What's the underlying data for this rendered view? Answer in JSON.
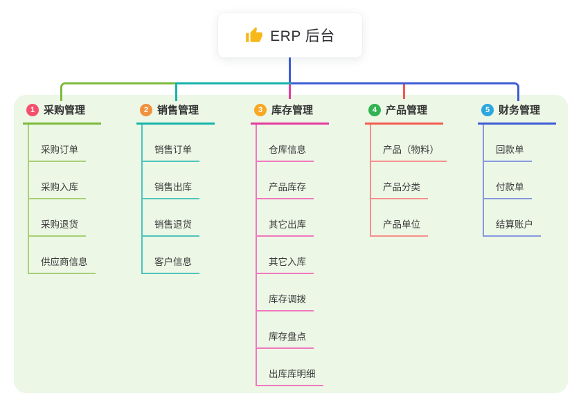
{
  "root": {
    "title": "ERP 后台",
    "icon": "thumbs-up-icon"
  },
  "colors": {
    "panel_background": "#ECF7E6",
    "root_line": "#3E5BD5",
    "branch_purchase": "#7CBA3D",
    "branch_sales": "#17B3AB",
    "branch_inventory": "#E43A9D",
    "branch_product": "#F25B50",
    "branch_finance": "#3E5BD5",
    "badge_1": "#F4506C",
    "badge_2": "#F2913D",
    "badge_3": "#F9A825",
    "badge_4": "#30B350",
    "badge_5": "#2BA6DF"
  },
  "branches": [
    {
      "num": "1",
      "label": "采购管理",
      "children": [
        "采购订单",
        "采购入库",
        "采购退货",
        "供应商信息"
      ]
    },
    {
      "num": "2",
      "label": "销售管理",
      "children": [
        "销售订单",
        "销售出库",
        "销售退货",
        "客户信息"
      ]
    },
    {
      "num": "3",
      "label": "库存管理",
      "children": [
        "仓库信息",
        "产品库存",
        "其它出库",
        "其它入库",
        "库存调拨",
        "库存盘点",
        "出库库明细"
      ]
    },
    {
      "num": "4",
      "label": "产品管理",
      "children": [
        "产品（物料）",
        "产品分类",
        "产品单位"
      ]
    },
    {
      "num": "5",
      "label": "财务管理",
      "children": [
        "回款单",
        "付款单",
        "结算账户"
      ]
    }
  ]
}
